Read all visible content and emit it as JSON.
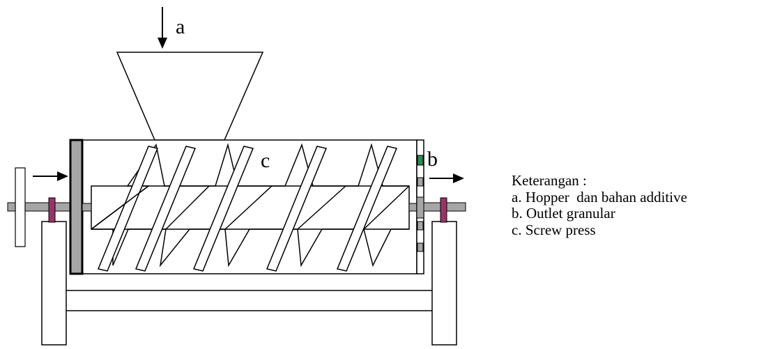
{
  "labels": {
    "a": "a",
    "b": "b",
    "c": "c"
  },
  "legend": {
    "title": "Keterangan :",
    "items": [
      "a. Hopper  dan bahan additive",
      "b. Outlet granular",
      "c. Screw press"
    ]
  },
  "colors": {
    "line": "#000000",
    "shaft": "#a6a6a6",
    "bolt": "#993366",
    "outlet_highlight": "#2e8b57",
    "outlet_slot": "#a6a6a6"
  }
}
